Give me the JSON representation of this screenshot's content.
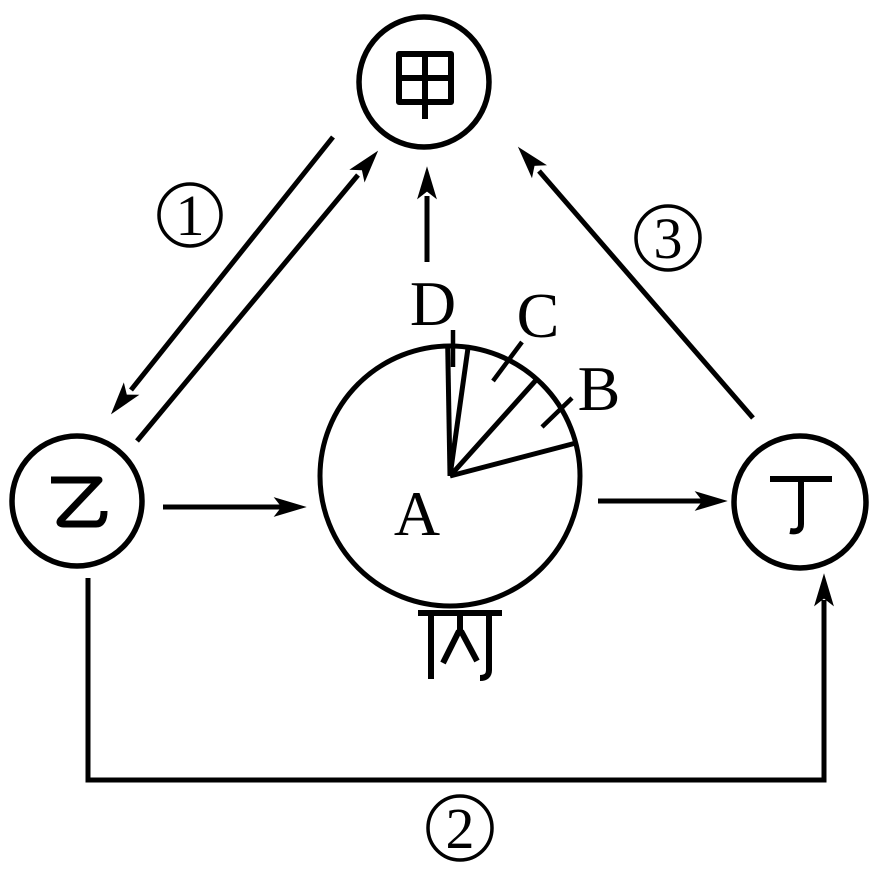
{
  "diagram": {
    "background_color": "#ffffff",
    "line_color": "#000000",
    "nodes": {
      "jia": {
        "label": "甲"
      },
      "yi": {
        "label": "乙"
      },
      "bing": {
        "label": "丙"
      },
      "ding": {
        "label": "丁"
      }
    },
    "pie": {
      "owner_label": "丙",
      "sections": [
        {
          "label": "A"
        },
        {
          "label": "B"
        },
        {
          "label": "C"
        },
        {
          "label": "D"
        }
      ]
    },
    "edges": [
      {
        "label": "1",
        "display": "①",
        "from": "乙",
        "to": "甲",
        "bidirectional": true
      },
      {
        "label": "2",
        "display": "②",
        "from": "乙",
        "to": "丁",
        "bidirectional": false
      },
      {
        "label": "3",
        "display": "③",
        "from": "丁",
        "to": "甲",
        "bidirectional": false
      },
      {
        "label": "",
        "display": "",
        "from": "丙",
        "to": "甲",
        "bidirectional": false
      },
      {
        "label": "",
        "display": "",
        "from": "乙",
        "to": "丙",
        "bidirectional": false
      },
      {
        "label": "",
        "display": "",
        "from": "丙",
        "to": "丁",
        "bidirectional": false
      }
    ]
  },
  "chart_data": {
    "type": "pie",
    "title": "丙",
    "labels": [
      "A",
      "B",
      "C",
      "D"
    ],
    "approx_angles_deg": [
      284,
      34,
      33,
      9
    ],
    "approx_percent": [
      79,
      9.5,
      9,
      2.5
    ],
    "note": "unshaded line-art pie; sector sizes estimated from drawn boundary angles"
  }
}
